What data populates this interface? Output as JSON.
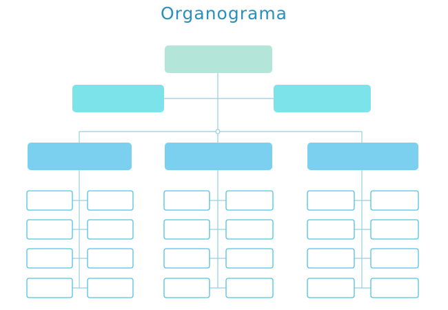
{
  "title": "Organograma",
  "colors": {
    "title": "#2a8fbd",
    "top": "#b3e6d8",
    "second": "#7de3ea",
    "third": "#7bcfef",
    "leaf_border": "#4cc3df",
    "connector": "#8fcfe3"
  },
  "chart": {
    "levels": [
      "top",
      "second",
      "third",
      "leaf"
    ],
    "top_count": 1,
    "second_count": 2,
    "third_count": 3,
    "leaves_per_group": 8
  }
}
